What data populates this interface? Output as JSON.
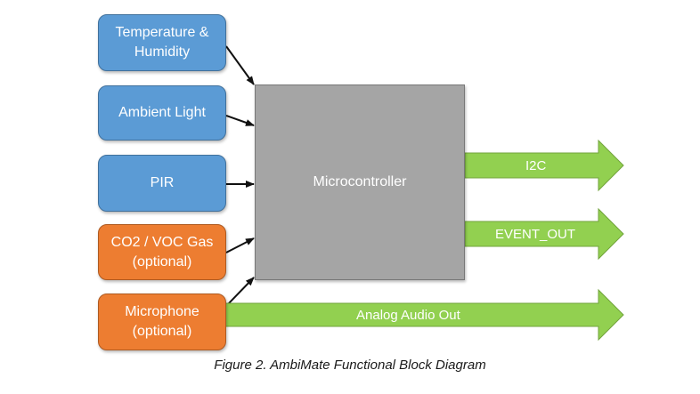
{
  "inputs": {
    "temp_humidity": [
      "Temperature &",
      "Humidity"
    ],
    "ambient_light": [
      "Ambient Light"
    ],
    "pir": [
      "PIR"
    ],
    "co2_voc": [
      "CO2 / VOC Gas",
      "(optional)"
    ],
    "microphone": [
      "Microphone",
      "(optional)"
    ]
  },
  "microcontroller": "Microcontroller",
  "outputs": {
    "i2c": "I2C",
    "event_out": "EVENT_OUT",
    "analog_audio_out": "Analog Audio Out"
  },
  "caption": "Figure 2. AmbiMate Functional Block Diagram",
  "colors": {
    "sensor_blue": "#5b9bd5",
    "sensor_optional_orange": "#ed7d31",
    "microcontroller_gray": "#a5a5a5",
    "output_green": "#92d050"
  }
}
